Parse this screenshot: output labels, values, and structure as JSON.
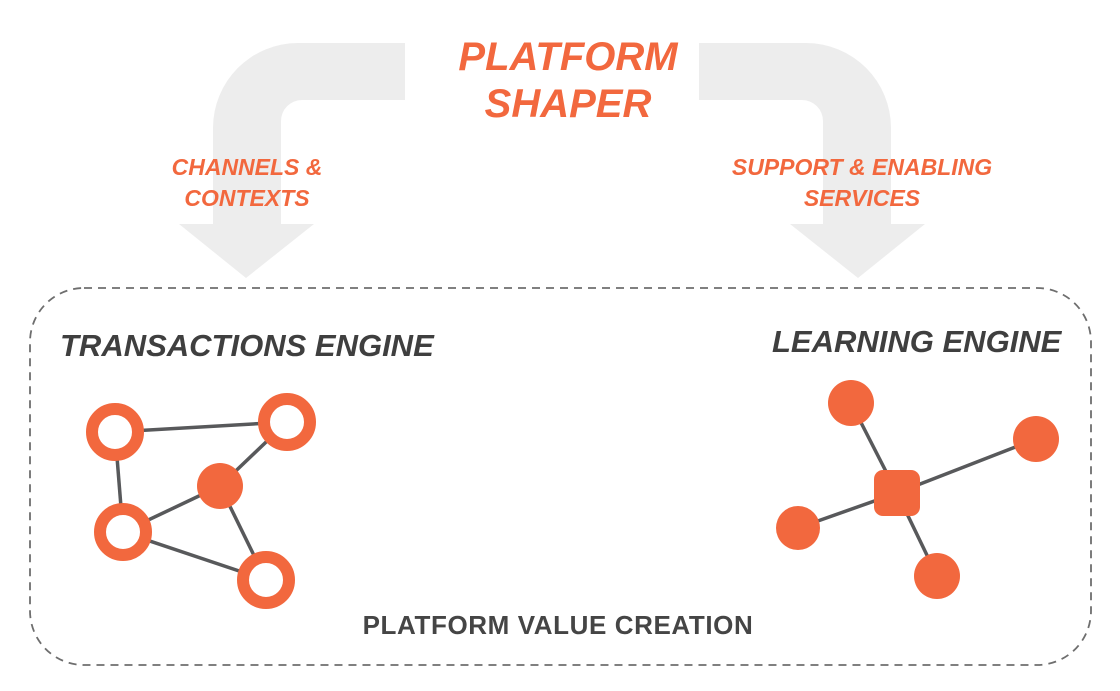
{
  "header": {
    "title": "PLATFORM SHAPER",
    "left_arrow_label": "CHANNELS & CONTEXTS",
    "right_arrow_label": "SUPPORT & ENABLING SERVICES"
  },
  "platform_box": {
    "left_engine_title": "TRANSACTIONS ENGINE",
    "right_engine_title": "LEARNING ENGINE",
    "footer_label": "PLATFORM VALUE CREATION"
  },
  "icons": {
    "left_arrow": "bent-arrow-down-left-icon",
    "right_arrow": "bent-arrow-down-right-icon",
    "transactions_network": "transactions-network-icon",
    "learning_network": "learning-hub-spoke-icon"
  },
  "colors": {
    "accent_orange": "#F2683E",
    "arrow_gray": "#EDEDED",
    "text_dark": "#3F3F3F",
    "edge_gray": "#58595B",
    "dashed_border_color": "#6E6E6E",
    "bg": "#FFFFFF"
  }
}
